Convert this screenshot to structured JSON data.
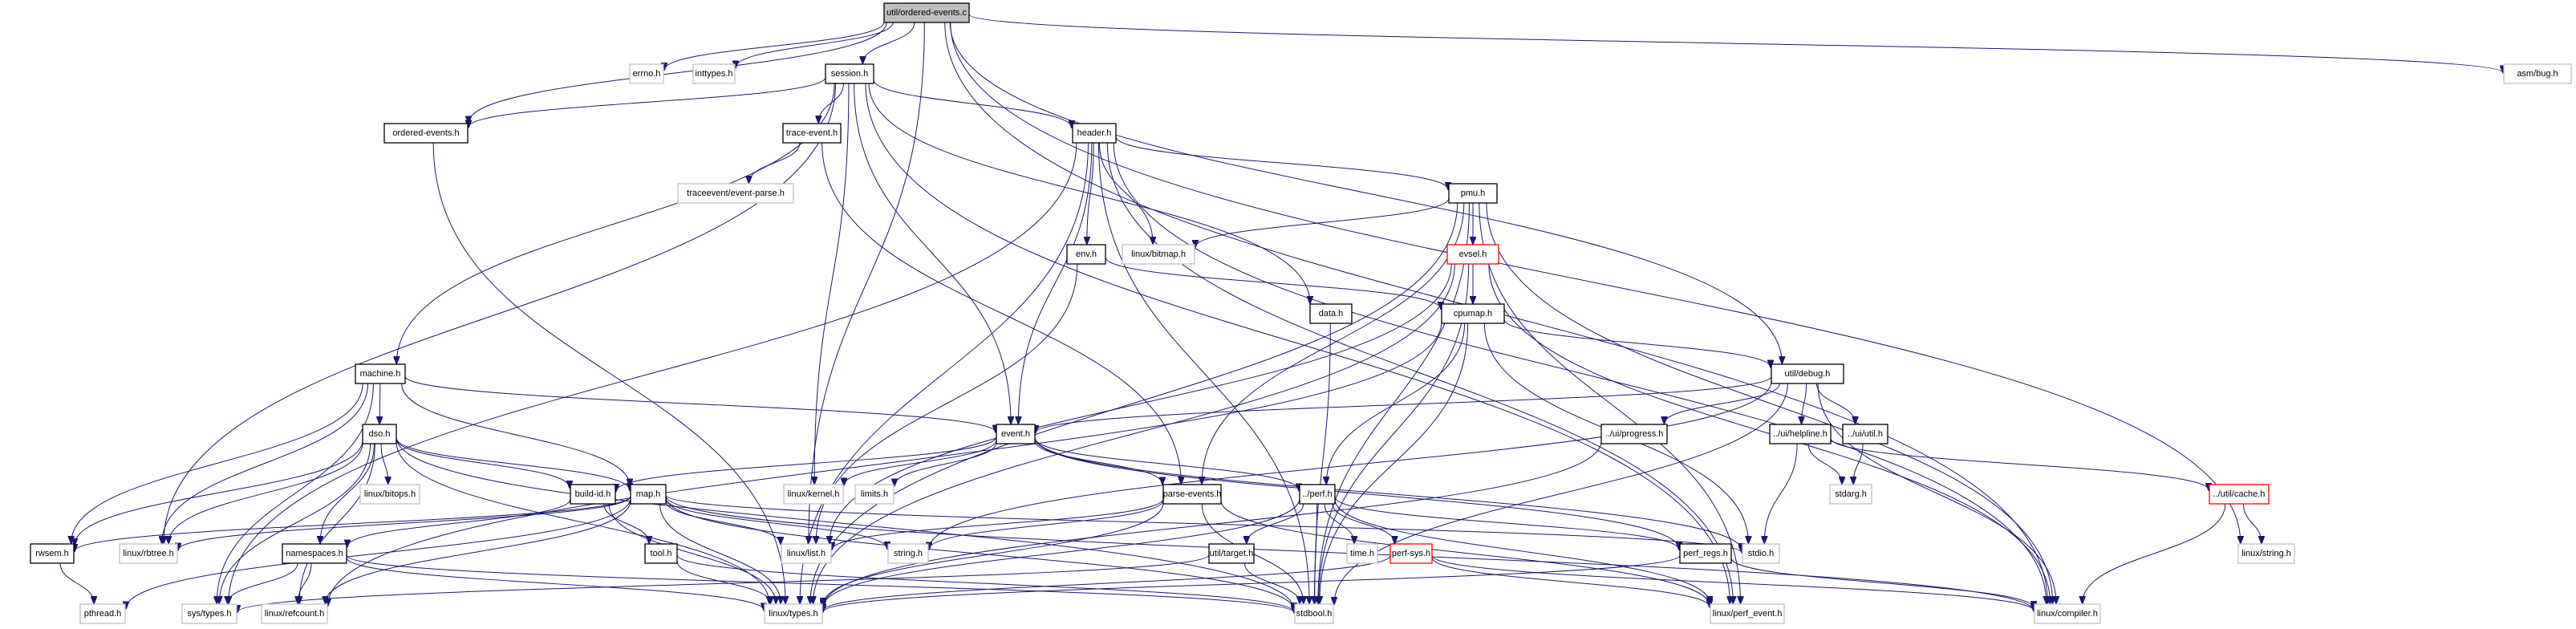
{
  "title": "util/ordered-events.c include dependency graph",
  "colors": {
    "edge": "#191970",
    "root_fill": "#bfbfbf",
    "external_border": "#bfbfbf",
    "incomplete_border": "#ff0000",
    "node_border": "#000000"
  },
  "nodes": [
    {
      "id": "root",
      "label": "util/ordered-events.c",
      "kind": "root"
    },
    {
      "id": "errno",
      "label": "errno.h",
      "kind": "external"
    },
    {
      "id": "inttypes",
      "label": "inttypes.h",
      "kind": "external"
    },
    {
      "id": "session",
      "label": "session.h",
      "kind": "documented"
    },
    {
      "id": "asmbug",
      "label": "asm/bug.h",
      "kind": "external"
    },
    {
      "id": "orderedh",
      "label": "ordered-events.h",
      "kind": "documented"
    },
    {
      "id": "traceevent",
      "label": "trace-event.h",
      "kind": "documented"
    },
    {
      "id": "header",
      "label": "header.h",
      "kind": "documented"
    },
    {
      "id": "eventparse",
      "label": "traceevent/event-parse.h",
      "kind": "external"
    },
    {
      "id": "pmu",
      "label": "pmu.h",
      "kind": "documented"
    },
    {
      "id": "env",
      "label": "env.h",
      "kind": "documented"
    },
    {
      "id": "bitmap",
      "label": "linux/bitmap.h",
      "kind": "external"
    },
    {
      "id": "evsel",
      "label": "evsel.h",
      "kind": "incomplete"
    },
    {
      "id": "data",
      "label": "data.h",
      "kind": "documented"
    },
    {
      "id": "cpumap",
      "label": "cpumap.h",
      "kind": "documented"
    },
    {
      "id": "machine",
      "label": "machine.h",
      "kind": "documented"
    },
    {
      "id": "debug",
      "label": "util/debug.h",
      "kind": "documented"
    },
    {
      "id": "dso",
      "label": "dso.h",
      "kind": "documented"
    },
    {
      "id": "event",
      "label": "event.h",
      "kind": "documented"
    },
    {
      "id": "progress",
      "label": "../ui/progress.h",
      "kind": "documented"
    },
    {
      "id": "helpline",
      "label": "../ui/helpline.h",
      "kind": "documented"
    },
    {
      "id": "uiutil",
      "label": "../ui/util.h",
      "kind": "documented"
    },
    {
      "id": "bitops",
      "label": "linux/bitops.h",
      "kind": "external"
    },
    {
      "id": "buildid",
      "label": "build-id.h",
      "kind": "documented"
    },
    {
      "id": "map",
      "label": "map.h",
      "kind": "documented"
    },
    {
      "id": "kernel",
      "label": "linux/kernel.h",
      "kind": "external"
    },
    {
      "id": "limits",
      "label": "limits.h",
      "kind": "external"
    },
    {
      "id": "parseevents",
      "label": "parse-events.h",
      "kind": "documented"
    },
    {
      "id": "perf",
      "label": "../perf.h",
      "kind": "documented"
    },
    {
      "id": "stdarg",
      "label": "stdarg.h",
      "kind": "external"
    },
    {
      "id": "cache",
      "label": "../util/cache.h",
      "kind": "incomplete"
    },
    {
      "id": "rwsem",
      "label": "rwsem.h",
      "kind": "documented"
    },
    {
      "id": "rbtree",
      "label": "linux/rbtree.h",
      "kind": "external"
    },
    {
      "id": "namespaces",
      "label": "namespaces.h",
      "kind": "documented"
    },
    {
      "id": "tool",
      "label": "tool.h",
      "kind": "documented"
    },
    {
      "id": "list",
      "label": "linux/list.h",
      "kind": "external"
    },
    {
      "id": "string",
      "label": "string.h",
      "kind": "external"
    },
    {
      "id": "target",
      "label": "util/target.h",
      "kind": "documented"
    },
    {
      "id": "time",
      "label": "time.h",
      "kind": "external"
    },
    {
      "id": "perfsys",
      "label": "perf-sys.h",
      "kind": "incomplete"
    },
    {
      "id": "perfregs",
      "label": "perf_regs.h",
      "kind": "documented"
    },
    {
      "id": "stdio",
      "label": "stdio.h",
      "kind": "external"
    },
    {
      "id": "linuxstring",
      "label": "linux/string.h",
      "kind": "external"
    },
    {
      "id": "pthread",
      "label": "pthread.h",
      "kind": "external"
    },
    {
      "id": "systypes",
      "label": "sys/types.h",
      "kind": "external"
    },
    {
      "id": "refcount",
      "label": "linux/refcount.h",
      "kind": "external"
    },
    {
      "id": "types",
      "label": "linux/types.h",
      "kind": "external"
    },
    {
      "id": "stdbool",
      "label": "stdbool.h",
      "kind": "external"
    },
    {
      "id": "perfevent",
      "label": "linux/perf_event.h",
      "kind": "external"
    },
    {
      "id": "compiler",
      "label": "linux/compiler.h",
      "kind": "external"
    }
  ],
  "edges": [
    [
      "root",
      "errno"
    ],
    [
      "root",
      "inttypes"
    ],
    [
      "root",
      "session"
    ],
    [
      "root",
      "asmbug"
    ],
    [
      "root",
      "orderedh"
    ],
    [
      "root",
      "list"
    ],
    [
      "root",
      "debug"
    ],
    [
      "root",
      "compiler"
    ],
    [
      "root",
      "linuxstring"
    ],
    [
      "session",
      "orderedh"
    ],
    [
      "session",
      "traceevent"
    ],
    [
      "session",
      "header"
    ],
    [
      "session",
      "machine"
    ],
    [
      "session",
      "data"
    ],
    [
      "session",
      "event"
    ],
    [
      "session",
      "kernel"
    ],
    [
      "session",
      "rbtree"
    ],
    [
      "session",
      "perfevent"
    ],
    [
      "traceevent",
      "eventparse"
    ],
    [
      "traceevent",
      "parseevents"
    ],
    [
      "header",
      "pmu"
    ],
    [
      "header",
      "env"
    ],
    [
      "header",
      "bitmap"
    ],
    [
      "header",
      "event"
    ],
    [
      "header",
      "types"
    ],
    [
      "header",
      "systypes"
    ],
    [
      "header",
      "stdbool"
    ],
    [
      "header",
      "perfevent"
    ],
    [
      "header",
      "compiler"
    ],
    [
      "orderedh",
      "types"
    ],
    [
      "pmu",
      "bitmap"
    ],
    [
      "pmu",
      "evsel"
    ],
    [
      "pmu",
      "parseevents"
    ],
    [
      "pmu",
      "types"
    ],
    [
      "pmu",
      "perfevent"
    ],
    [
      "pmu",
      "stdbool"
    ],
    [
      "pmu",
      "compiler"
    ],
    [
      "env",
      "cpumap"
    ],
    [
      "env",
      "list"
    ],
    [
      "evsel",
      "cpumap"
    ],
    [
      "evsel",
      "list"
    ],
    [
      "evsel",
      "types"
    ],
    [
      "evsel",
      "stdbool"
    ],
    [
      "evsel",
      "compiler"
    ],
    [
      "data",
      "stdbool"
    ],
    [
      "cpumap",
      "debug"
    ],
    [
      "cpumap",
      "perf"
    ],
    [
      "cpumap",
      "refcount"
    ],
    [
      "cpumap",
      "stdio"
    ],
    [
      "cpumap",
      "stdbool"
    ],
    [
      "machine",
      "dso"
    ],
    [
      "machine",
      "map"
    ],
    [
      "machine",
      "event"
    ],
    [
      "machine",
      "rwsem"
    ],
    [
      "machine",
      "rbtree"
    ],
    [
      "machine",
      "systypes"
    ],
    [
      "debug",
      "event"
    ],
    [
      "debug",
      "progress"
    ],
    [
      "debug",
      "helpline"
    ],
    [
      "debug",
      "uiutil"
    ],
    [
      "debug",
      "string"
    ],
    [
      "debug",
      "stdbool"
    ],
    [
      "debug",
      "compiler"
    ],
    [
      "dso",
      "bitops"
    ],
    [
      "dso",
      "buildid"
    ],
    [
      "dso",
      "map"
    ],
    [
      "dso",
      "namespaces"
    ],
    [
      "dso",
      "rwsem"
    ],
    [
      "dso",
      "rbtree"
    ],
    [
      "dso",
      "types"
    ],
    [
      "dso",
      "systypes"
    ],
    [
      "dso",
      "refcount"
    ],
    [
      "dso",
      "stdbool"
    ],
    [
      "event",
      "kernel"
    ],
    [
      "event",
      "limits"
    ],
    [
      "event",
      "parseevents"
    ],
    [
      "event",
      "perf"
    ],
    [
      "event",
      "buildid"
    ],
    [
      "event",
      "perfregs"
    ],
    [
      "event",
      "stdio"
    ],
    [
      "progress",
      "types"
    ],
    [
      "helpline",
      "stdarg"
    ],
    [
      "helpline",
      "stdio"
    ],
    [
      "helpline",
      "cache"
    ],
    [
      "uiutil",
      "stdarg"
    ],
    [
      "buildid",
      "tool"
    ],
    [
      "buildid",
      "namespaces"
    ],
    [
      "buildid",
      "types"
    ],
    [
      "map",
      "rbtree"
    ],
    [
      "map",
      "list"
    ],
    [
      "map",
      "string"
    ],
    [
      "map",
      "stdio"
    ],
    [
      "map",
      "types"
    ],
    [
      "map",
      "pthread"
    ],
    [
      "map",
      "refcount"
    ],
    [
      "map",
      "stdbool"
    ],
    [
      "map",
      "compiler"
    ],
    [
      "map",
      "rwsem"
    ],
    [
      "parseevents",
      "list"
    ],
    [
      "parseevents",
      "string"
    ],
    [
      "parseevents",
      "stdbool"
    ],
    [
      "parseevents",
      "types"
    ],
    [
      "parseevents",
      "perfevent"
    ],
    [
      "perf",
      "target"
    ],
    [
      "perf",
      "time"
    ],
    [
      "perf",
      "perfsys"
    ],
    [
      "perf",
      "perfregs"
    ],
    [
      "perf",
      "stdbool"
    ],
    [
      "perf",
      "types"
    ],
    [
      "perf",
      "perfevent"
    ],
    [
      "cache",
      "linuxstring"
    ],
    [
      "cache",
      "compiler"
    ],
    [
      "rwsem",
      "pthread"
    ],
    [
      "namespaces",
      "systypes"
    ],
    [
      "namespaces",
      "refcount"
    ],
    [
      "namespaces",
      "types"
    ],
    [
      "namespaces",
      "stdbool"
    ],
    [
      "tool",
      "types"
    ],
    [
      "tool",
      "stdbool"
    ],
    [
      "target",
      "stdbool"
    ],
    [
      "target",
      "systypes"
    ],
    [
      "perfsys",
      "types"
    ],
    [
      "perfsys",
      "perfevent"
    ],
    [
      "perfsys",
      "compiler"
    ],
    [
      "perfregs",
      "types"
    ],
    [
      "perfregs",
      "compiler"
    ]
  ]
}
